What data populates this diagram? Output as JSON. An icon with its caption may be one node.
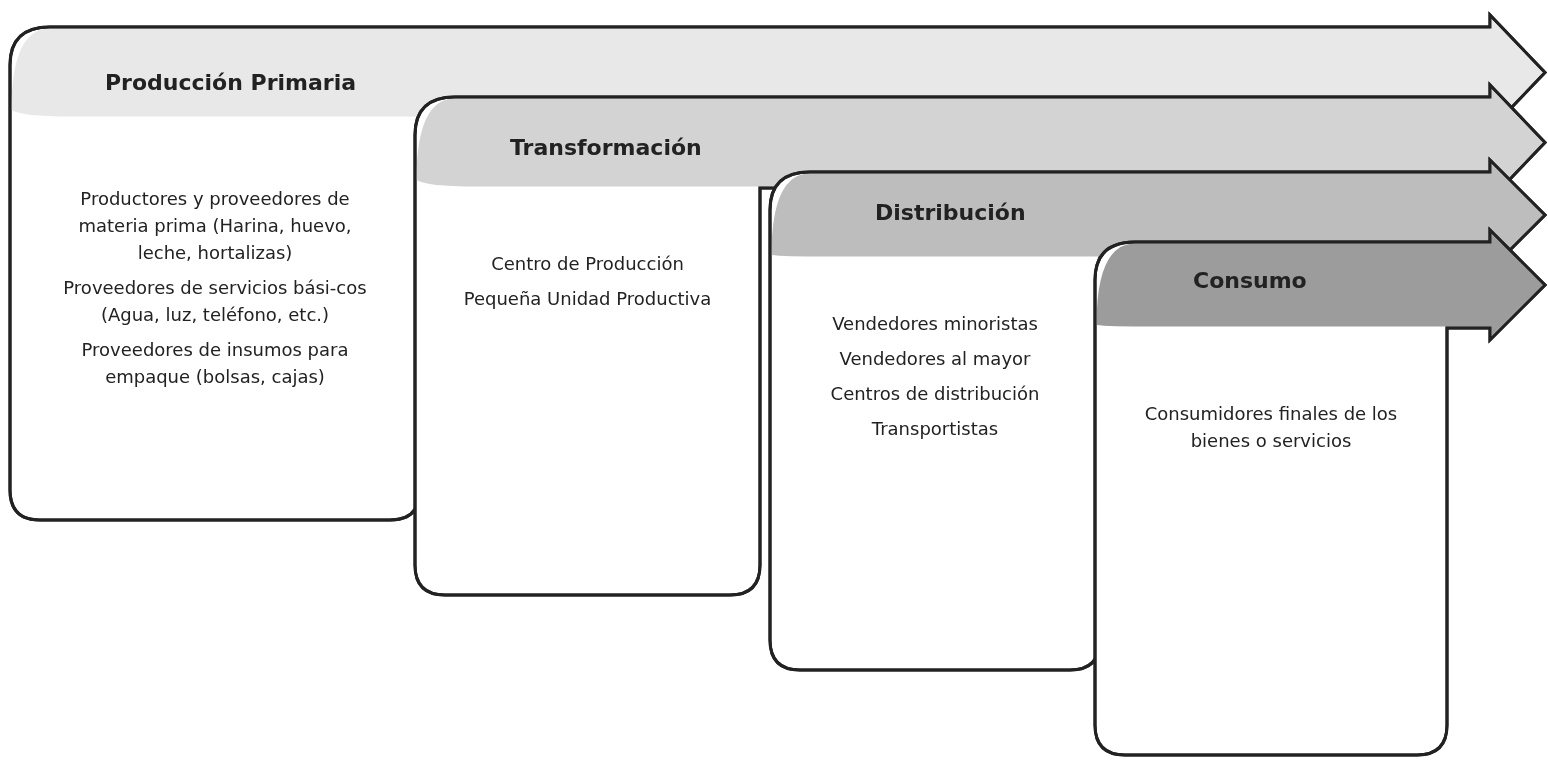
{
  "diagram": {
    "nodes": [
      {
        "text": [
          "Producción Primaria",
          "Productores y proveedores de materia prima (Harina, huevo, leche, hortalizas)",
          "Proveedores de servicios bási-cos (Agua, luz, teléfono, etc.)",
          "Proveedores de insumos para empaque (bolsas, cajas)"
        ]
      },
      {
        "text": [
          "Transformación",
          "Centro de Producción",
          "Pequeña Unidad Productiva"
        ]
      },
      {
        "text": [
          "Distribución",
          "Vendedores minoristas",
          "Vendedores al mayor",
          "Centros de distribución",
          "Transportistas"
        ]
      },
      {
        "text": [
          "Consumo",
          "Consumidores finales de los bienes o servicios"
        ]
      }
    ]
  }
}
